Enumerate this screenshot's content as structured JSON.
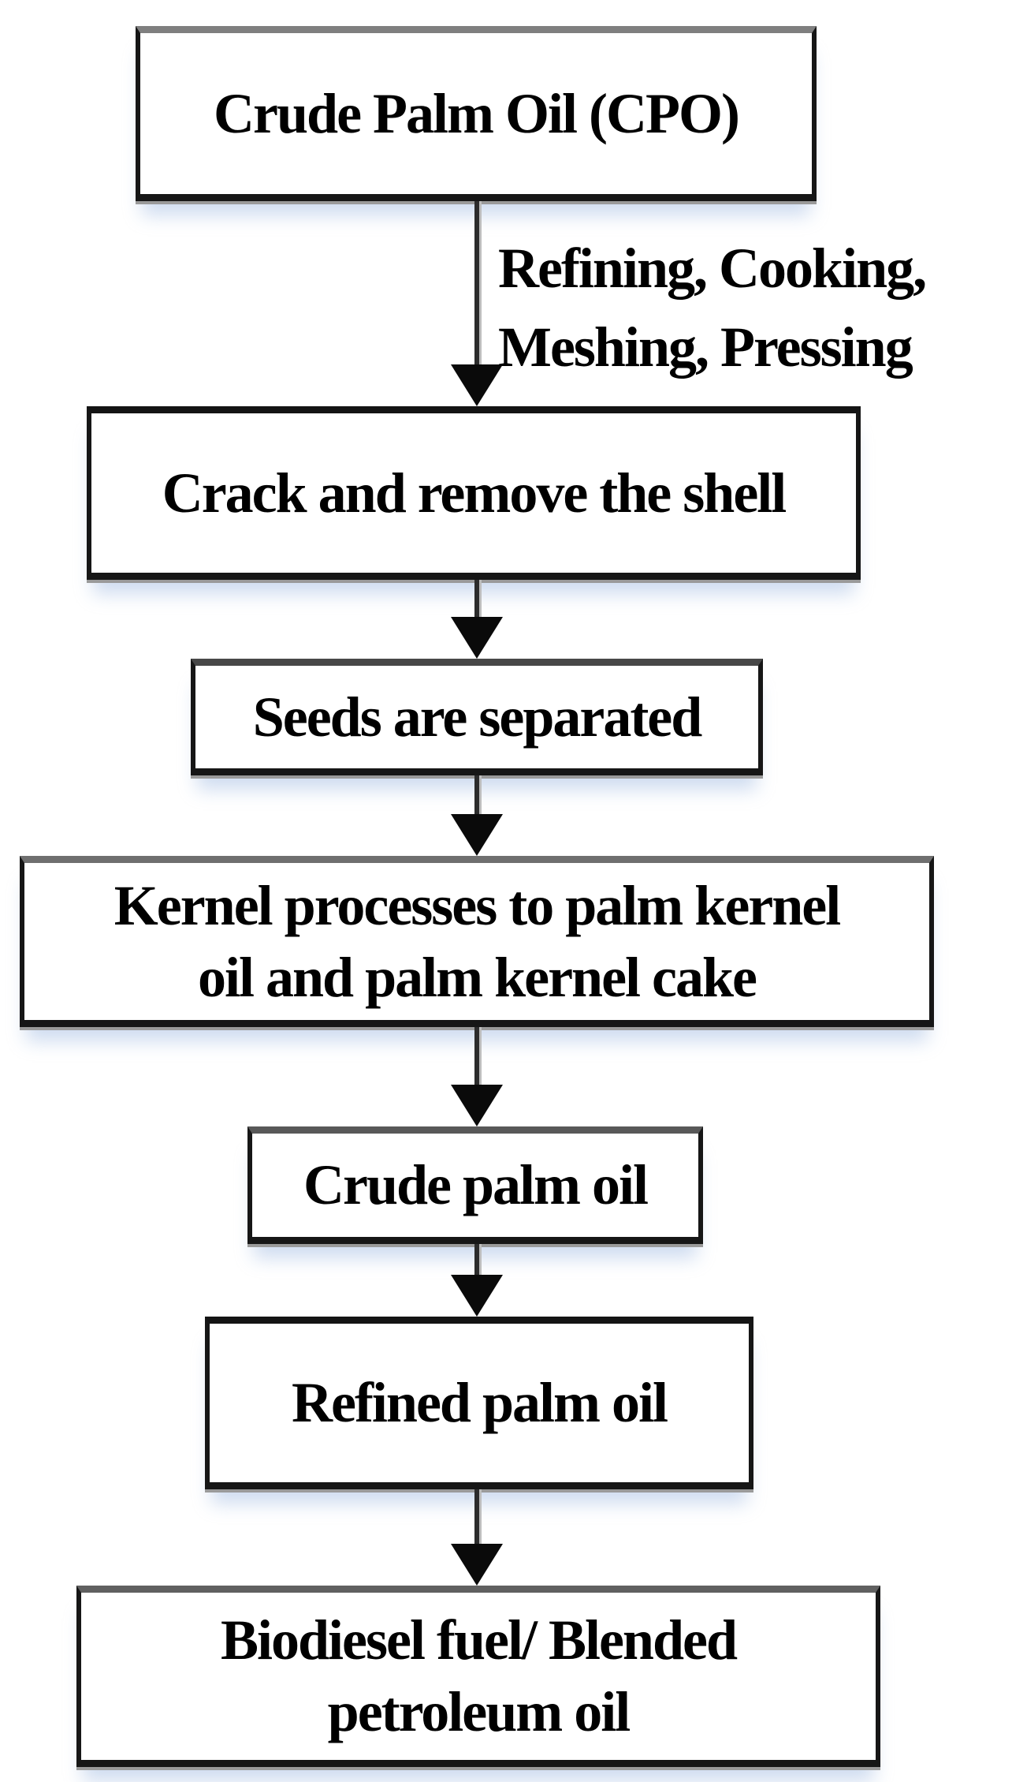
{
  "diagram": {
    "type": "flowchart",
    "direction": "top-down",
    "nodes": [
      {
        "id": "cpo",
        "label": "Crude Palm Oil (CPO)"
      },
      {
        "id": "crack-shell",
        "label": "Crack and remove the shell"
      },
      {
        "id": "seeds-separated",
        "label": "Seeds are separated"
      },
      {
        "id": "kernel-process",
        "label": "Kernel processes to palm kernel\noil and palm kernel cake"
      },
      {
        "id": "crude-palm-oil",
        "label": "Crude palm oil"
      },
      {
        "id": "refined-palm-oil",
        "label": "Refined palm oil"
      },
      {
        "id": "biodiesel",
        "label": "Biodiesel fuel/ Blended\npetroleum oil"
      }
    ],
    "edges": [
      {
        "from": "cpo",
        "to": "crack-shell",
        "label": "Refining, Cooking,\nMeshing, Pressing"
      },
      {
        "from": "crack-shell",
        "to": "seeds-separated",
        "label": ""
      },
      {
        "from": "seeds-separated",
        "to": "kernel-process",
        "label": ""
      },
      {
        "from": "kernel-process",
        "to": "crude-palm-oil",
        "label": ""
      },
      {
        "from": "crude-palm-oil",
        "to": "refined-palm-oil",
        "label": ""
      },
      {
        "from": "refined-palm-oil",
        "to": "biodiesel",
        "label": ""
      }
    ],
    "colors": {
      "box_fill": "#ffffff",
      "box_border": "#161616",
      "bevel_gray": "#7f7f7f",
      "bottom_edge_gray": "#9a9a9a",
      "glow_shadow_blue": "#dde7f5",
      "text": "#000000",
      "arrow": "#0a0a0a"
    }
  }
}
